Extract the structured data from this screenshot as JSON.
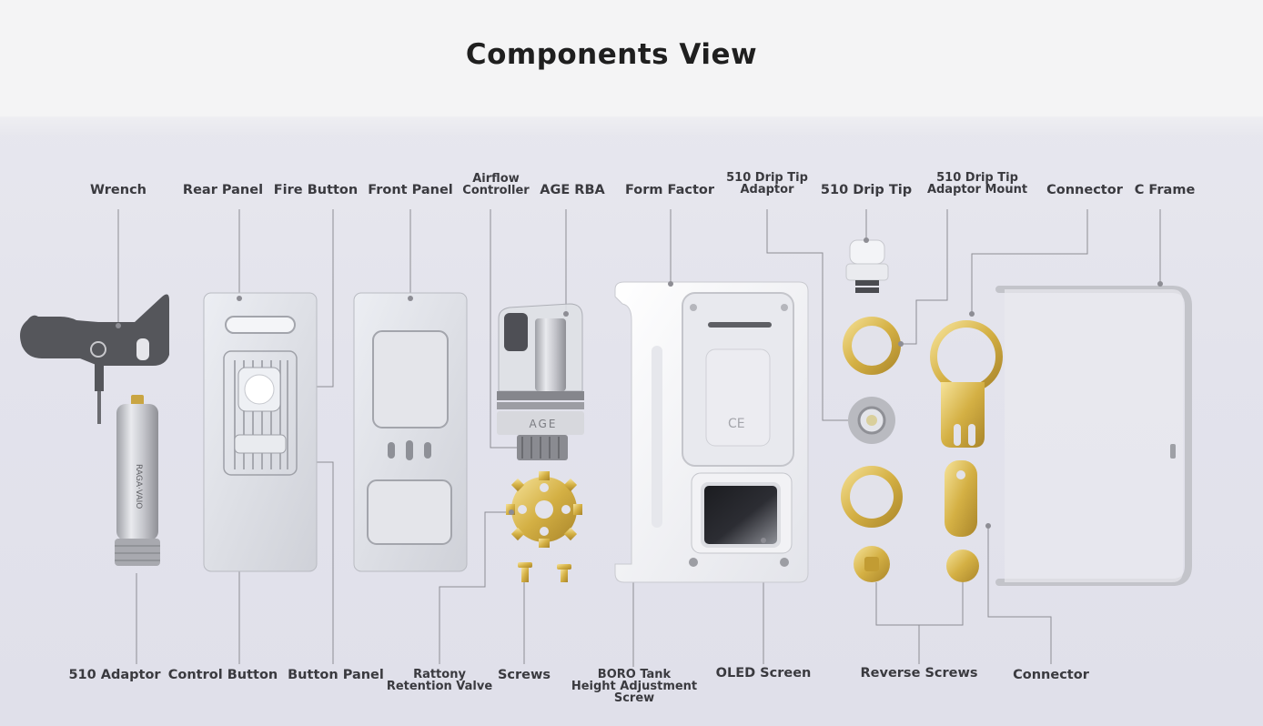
{
  "title": "Components View",
  "labels": {
    "wrench": "Wrench",
    "rear_panel": "Rear Panel",
    "fire_button": "Fire Button",
    "front_panel": "Front Panel",
    "airflow_controller": "Airflow\nController",
    "age_rba": "AGE RBA",
    "form_factor": "Form Factor",
    "drip_tip_adaptor": "510 Drip Tip\nAdaptor",
    "drip_tip": "510 Drip Tip",
    "drip_tip_adaptor_mount": "510 Drip Tip\nAdaptor Mount",
    "connector_top": "Connector",
    "c_frame": "C Frame",
    "adaptor_510": "510 Adaptor",
    "control_button": "Control Button",
    "button_panel": "Button Panel",
    "rattony_valve": "Rattony\nRetention Valve",
    "screws": "Screws",
    "boro_tank": "BORO Tank\nHeight Adjustment\nScrew",
    "oled_screen": "OLED Screen",
    "reverse_screws": "Reverse Screws",
    "connector_bottom": "Connector"
  },
  "product_marks": {
    "battery_brand": "RAGA·VAIO",
    "tank_mark": "AGE",
    "ce_mark": "CE"
  },
  "colors": {
    "leader_line": "#8d8d94",
    "gold": "#d7b64a",
    "silver": "#c9cad0",
    "dark_metal": "#4a4b50",
    "white_part": "#f5f5f7"
  }
}
